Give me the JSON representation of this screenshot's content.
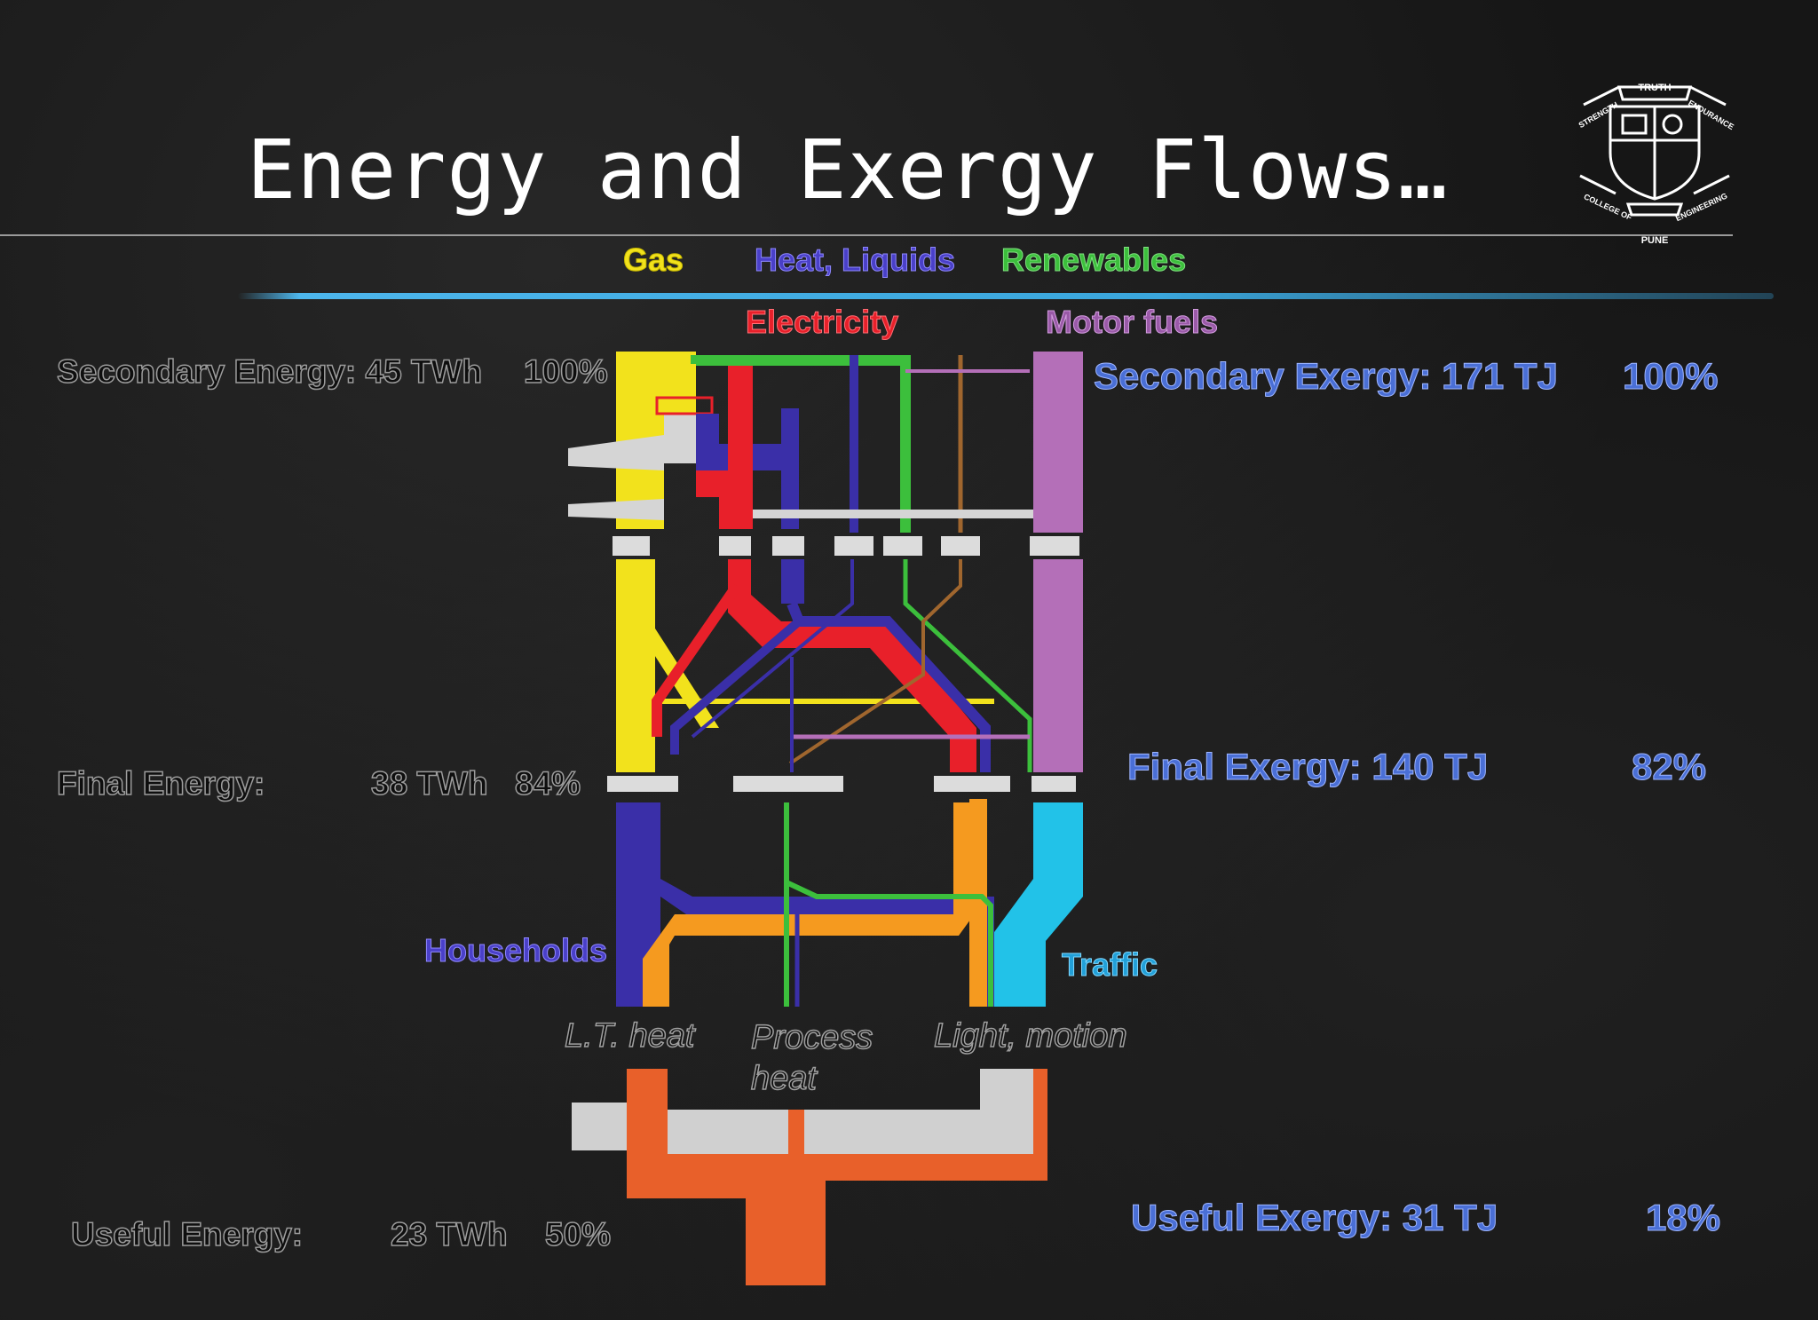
{
  "slide": {
    "title": "Energy and Exergy Flows…",
    "legend": {
      "gas": "Gas",
      "heat_liquids": "Heat, Liquids",
      "renewables": "Renewables",
      "electricity": "Electricity",
      "motor_fuels": "Motor fuels"
    },
    "energy": {
      "secondary": {
        "label": "Secondary Energy: 45 TWh",
        "pct": "100%"
      },
      "final": {
        "label": "Final Energy:",
        "value": "38 TWh",
        "pct": "84%"
      },
      "useful": {
        "label": "Useful Energy:",
        "value": "23 TWh",
        "pct": "50%"
      }
    },
    "exergy": {
      "secondary": {
        "label": "Secondary Exergy: 171 TJ",
        "pct": "100%"
      },
      "final": {
        "label": "Final Exergy: 140 TJ",
        "pct": "82%"
      },
      "useful": {
        "label": "Useful Exergy: 31 TJ",
        "pct": "18%"
      }
    },
    "sectors": {
      "households": "Households",
      "traffic": "Traffic"
    },
    "uses": {
      "lt_heat": "L.T. heat",
      "process_heat": "Process heat",
      "light_motion": "Light, motion"
    },
    "logo": {
      "top": "TRUTH",
      "left": "STRENGTH",
      "right": "ENDURANCE",
      "bottom_left": "COLLEGE OF",
      "bottom_right": "ENGINEERING",
      "bottom": "PUNE"
    },
    "colors": {
      "gas": "#f2e21c",
      "heat_liquids": "#3a2fa8",
      "renewables": "#3cbf3c",
      "electricity": "#e8202a",
      "motor_fuels": "#b46fb8",
      "orange": "#f59a1f",
      "cyan": "#22c2e8",
      "useful": "#e8602a",
      "gray": "#d0d0d0",
      "brown": "#a0662e"
    }
  }
}
